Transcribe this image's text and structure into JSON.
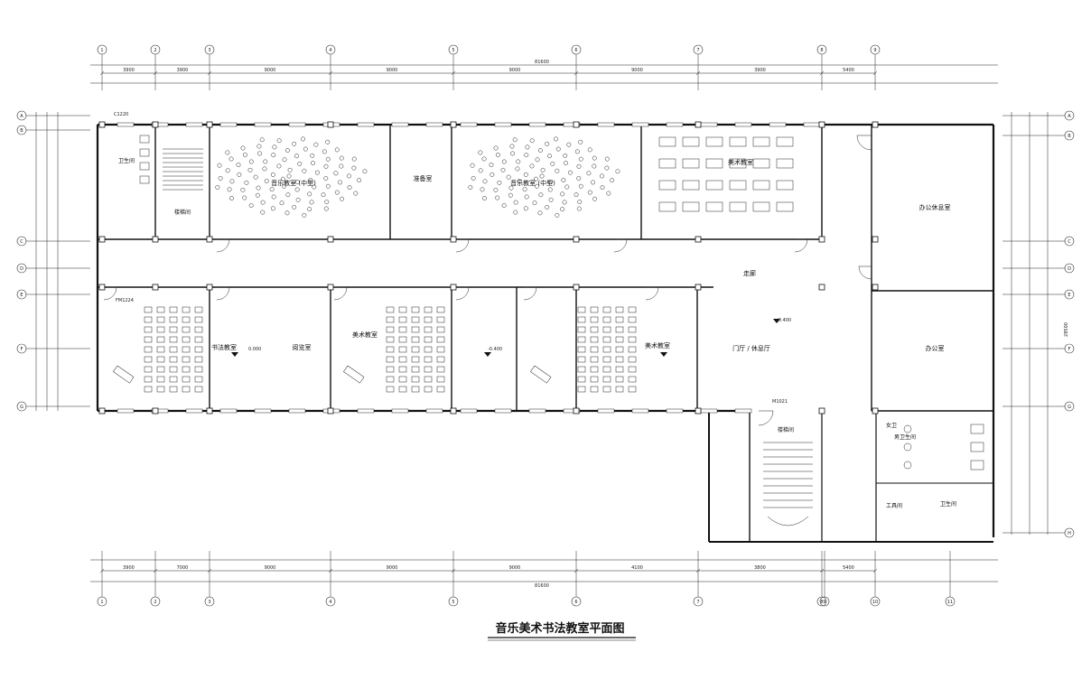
{
  "drawing": {
    "title": "音乐美术书法教室平面图",
    "overall_dim_top": "81600",
    "overall_dim_bottom": "81600",
    "overall_dim_right": "28500"
  },
  "dims_top_upper": [
    "3900",
    "3900",
    "9000",
    "9000",
    "9000",
    "9000",
    "3900",
    "5400"
  ],
  "dims_bottom_lower": [
    "3900",
    "7000",
    "9000",
    "9000",
    "9000",
    "4100",
    "3800",
    "5400"
  ],
  "axes_top": [
    "1",
    "2",
    "3",
    "4",
    "5",
    "6",
    "7",
    "8",
    "9"
  ],
  "axes_bottom": [
    "1",
    "2",
    "3",
    "4",
    "5",
    "6",
    "7",
    "8",
    "9",
    "10",
    "11"
  ],
  "axes_left": [
    "A",
    "B",
    "C",
    "D",
    "E",
    "F",
    "G"
  ],
  "axes_right": [
    "A",
    "B",
    "C",
    "D",
    "E",
    "F",
    "G",
    "H"
  ],
  "rooms": {
    "music1": "音乐教室 (中型)",
    "prep1": "准备室",
    "music2": "音乐教室 (中型)",
    "art_room_top": "美术教室",
    "office_big": "办公休息室",
    "stair_w": "楼梯间",
    "toilet_w": "卫生间",
    "corridor": "走廊",
    "calligraphy": "书法教室",
    "reading": "阅览室",
    "art1": "美术教室",
    "art2": "美术教室",
    "lobby": "门厅 / 休息厅",
    "office": "办公室",
    "stair_e": "楼梯间",
    "toilet_m": "男卫生间",
    "toilet_f": "女卫",
    "janitor": "工具间",
    "toilet_e": "卫生间"
  },
  "annotations": {
    "elev1": "-0.400",
    "elev2": "0.000",
    "elev3": "-0.400",
    "door_code_a": "FM1224",
    "door_code_b": "C1220",
    "door_code_c": "M1021"
  }
}
